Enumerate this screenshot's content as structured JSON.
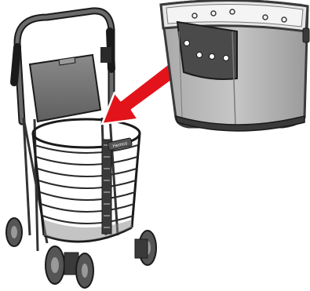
{
  "illustration": {
    "walker_brand": "Hemco",
    "colors": {
      "outline": "#1a1a1a",
      "frame": "#5a5a5a",
      "seat": "#777777",
      "basket_wire": "#2a2a2a",
      "arrow": "#e3131b",
      "bag_body": "#bdbdbd",
      "bag_rim": "#3a3a3a",
      "wheel": "#555555"
    },
    "icons": {
      "arrow": "arrow-pointer",
      "walker": "rollator-walker",
      "bag": "basket-liner-bag"
    }
  }
}
